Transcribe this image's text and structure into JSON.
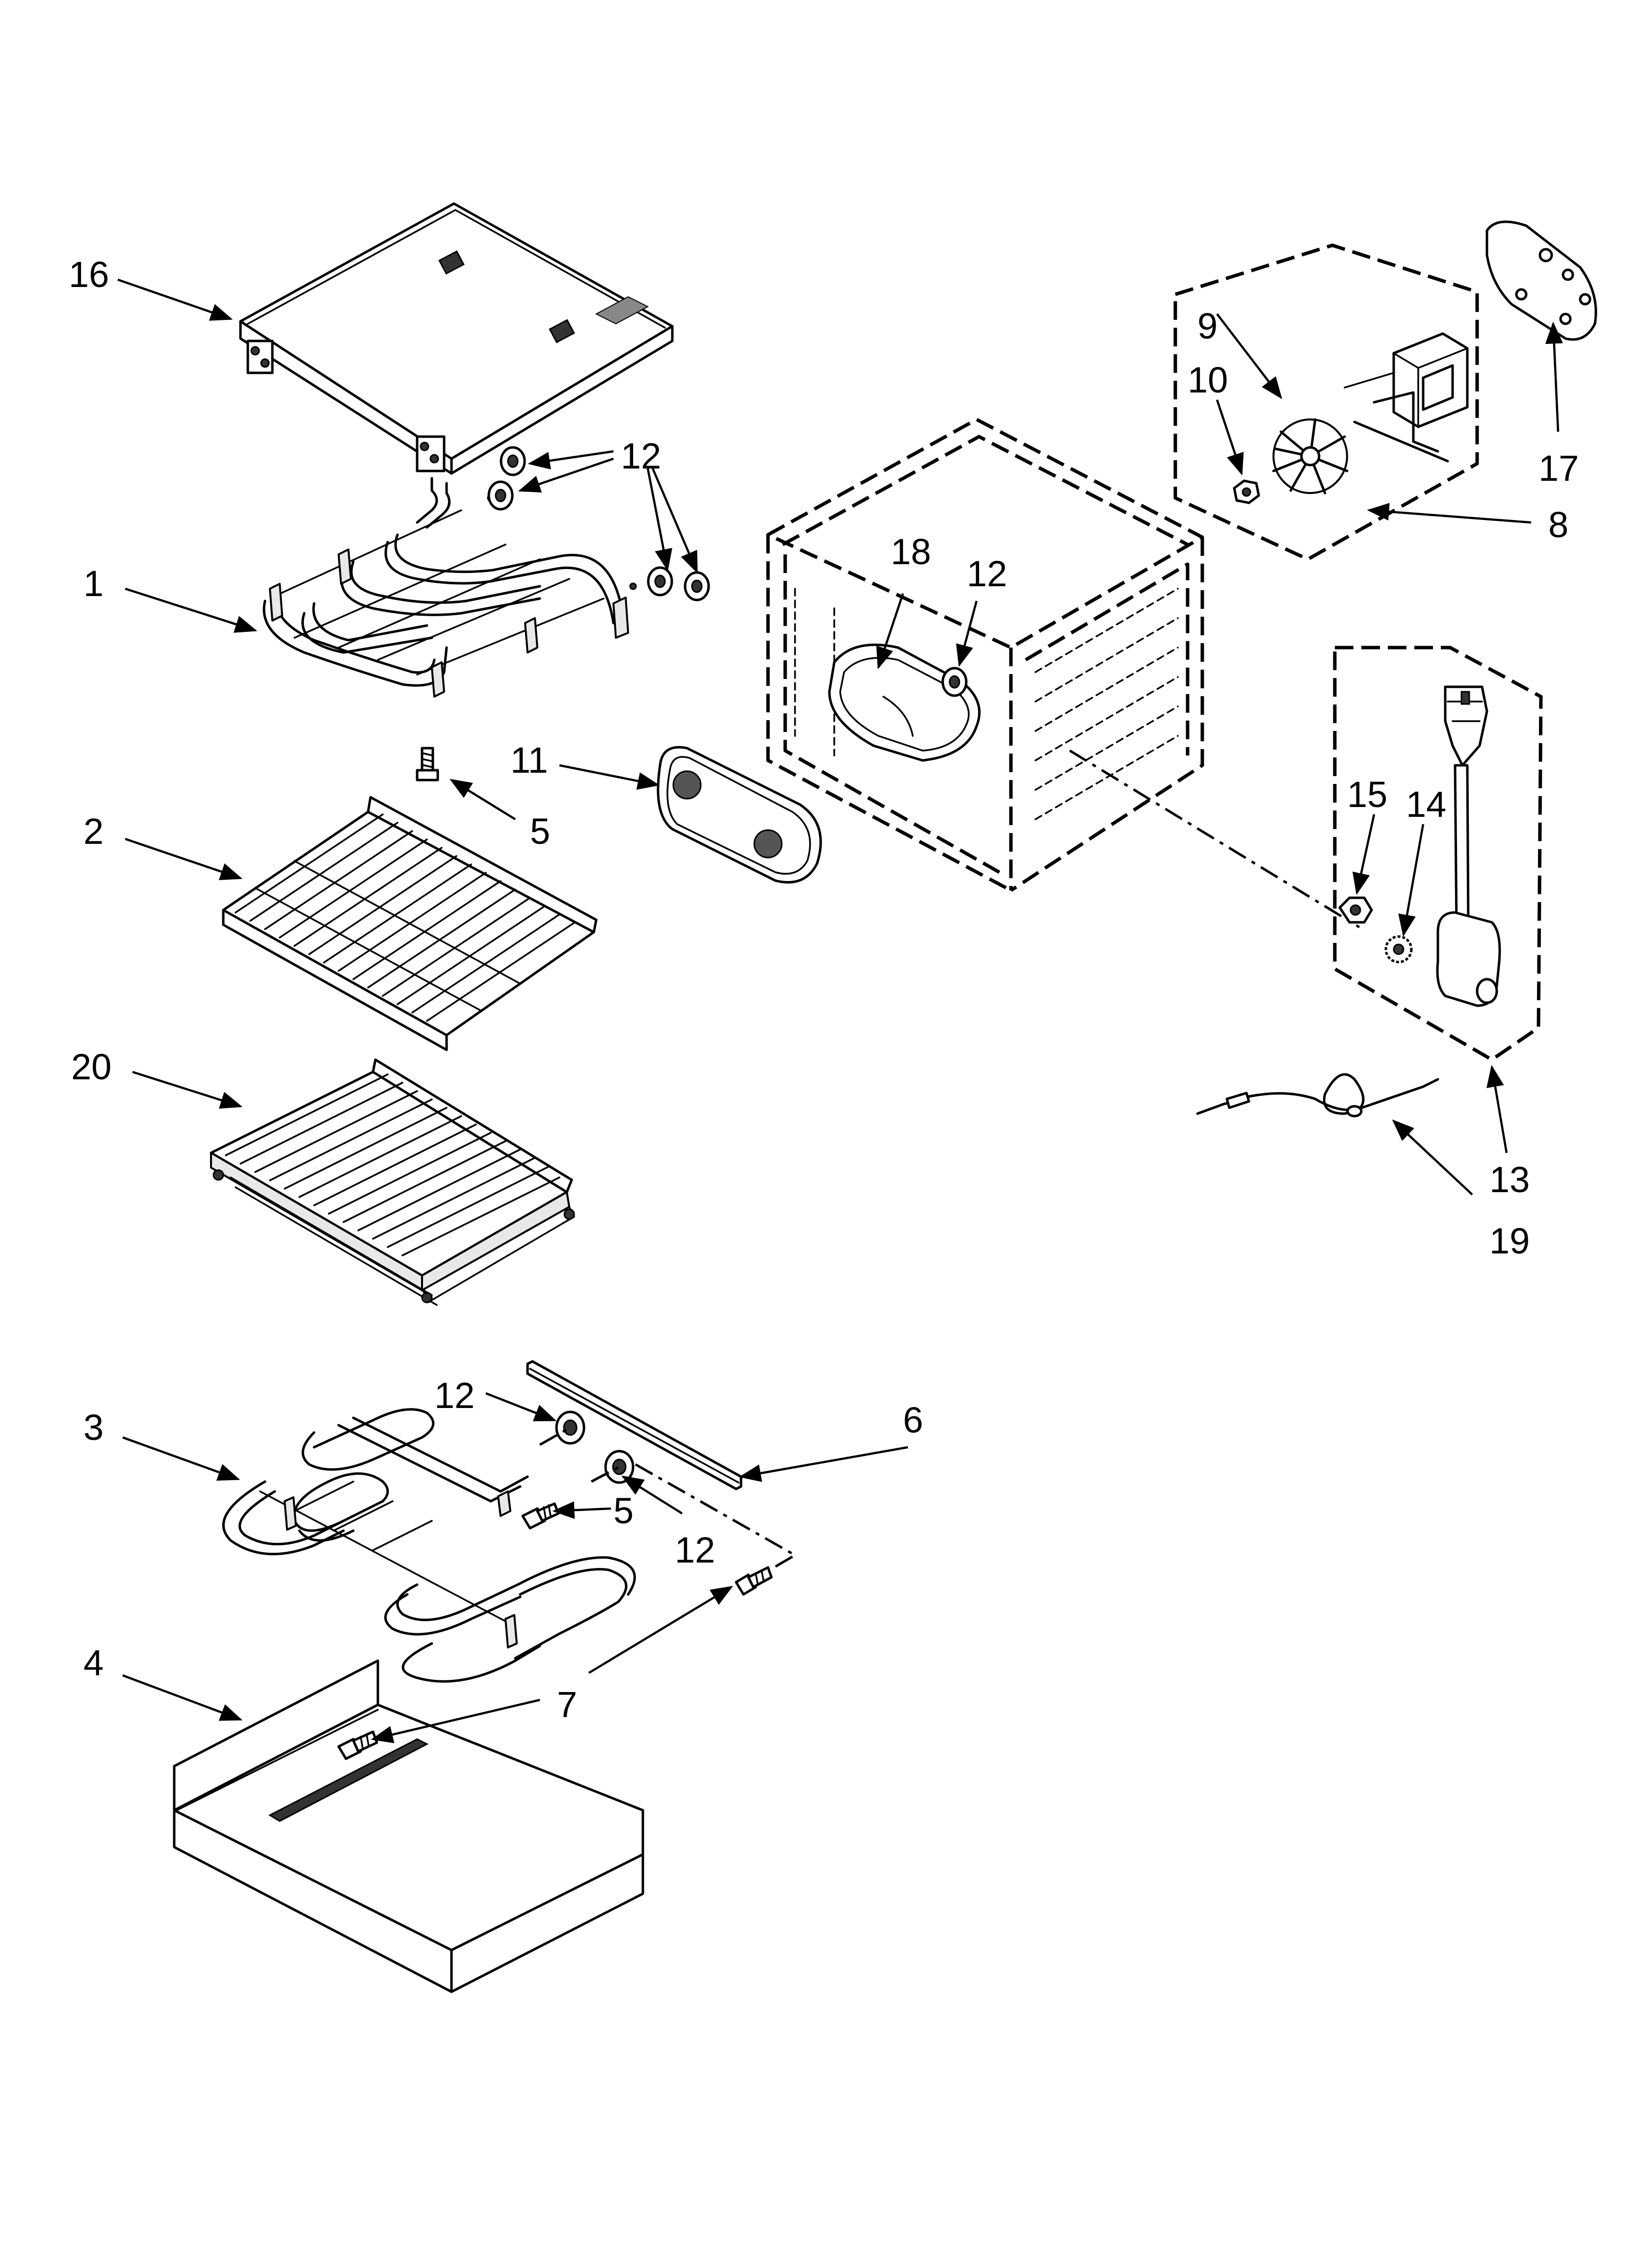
{
  "diagram": {
    "type": "exploded-parts-diagram",
    "callouts": {
      "c1": "1",
      "c2": "2",
      "c3": "3",
      "c4": "4",
      "c5a": "5",
      "c5b": "5",
      "c6": "6",
      "c7": "7",
      "c8": "8",
      "c9": "9",
      "c10": "10",
      "c11": "11",
      "c12a": "12",
      "c12b": "12",
      "c12c": "12",
      "c12d": "12",
      "c13": "13",
      "c14": "14",
      "c15": "15",
      "c16": "16",
      "c17": "17",
      "c18": "18",
      "c19": "19",
      "c20": "20"
    }
  }
}
